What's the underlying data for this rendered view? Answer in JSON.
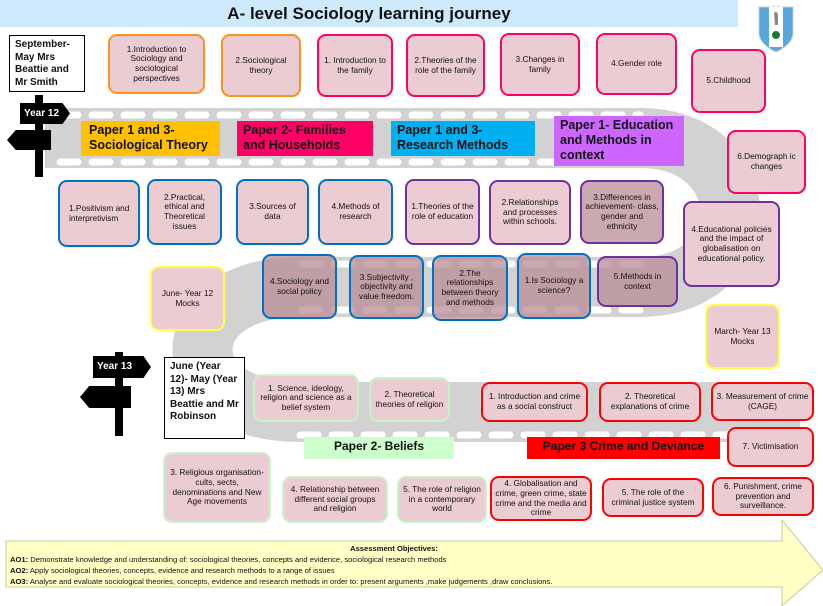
{
  "title": "A- level Sociology learning journey",
  "year12": {
    "sign": "Year 12",
    "note": "September- May Mrs Beattie and Mr Smith",
    "papers": [
      {
        "label": "Paper 1 and 3- Sociological Theory",
        "color": "#ffc000"
      },
      {
        "label": "Paper 2- Families and Households",
        "color": "#ff0066"
      },
      {
        "label": "Paper 1 and 3- Research Methods",
        "color": "#00b0f0"
      },
      {
        "label": "Paper 1- Education and Methods in context",
        "color": "#cc66ff"
      }
    ],
    "theory": [
      "1.Introduction to Sociology and sociological perspectives",
      "2.Sociological theory"
    ],
    "families": [
      "1. Introduction to the family",
      "2.Theories of the role of the family",
      "3.Changes in family",
      "4.Gender role",
      "5.Childhood",
      "6.Demograph ic changes"
    ],
    "methods": [
      "1.Positivism and interpretivism",
      "2.Practical, ethical and Theoretical issues",
      "3.Sources of data",
      "4.Methods of research"
    ],
    "education": [
      "1.Theories of the role of education",
      "2.Relationships and processes within schools.",
      "3.Differences in achievement- class, gender and ethnicity",
      "4.Educational policies and the impact of globalisation on educational policy.",
      "5.Methods in context"
    ],
    "methods_context": [
      "4.Sociology and social policy",
      "3.Subjectivity , objectivity and value freedom.",
      "2.The relationships between theory and methods",
      "1.Is Sociology a science?"
    ],
    "mocks": "June- Year 12 Mocks"
  },
  "year13": {
    "sign": "Year 13",
    "note": "June (Year 12)- May (Year 13) Mrs Beattie and Mr Robinson",
    "mocks": "March- Year 13 Mocks",
    "beliefs_label": "Paper 2- Beliefs",
    "beliefs": [
      "1. Science, ideology, religion and science as a belief system",
      "2. Theoretical theories of religion",
      "3. Religious organisation-cults, sects, denominations and New Age movements",
      "4. Relationship between different social groups and religion",
      "5. The role of religion in a contemporary world"
    ],
    "crime_label": "Paper 3 Crime and Deviance",
    "crime": [
      "1. Introduction and crime as a social construct",
      "2. Theoretical explanations of crime",
      "3. Measurement of crime (CAGE)",
      "4. Globalisation and crime, green crime, state crime and the media and crime",
      "5. The role of the criminal justice system",
      "6. Punishment, crime prevention and surveillance.",
      "7. Victimisation"
    ]
  },
  "assessment": {
    "heading": "Assessment Objectives:",
    "items": [
      {
        "code": "AO1:",
        "text": " Demonstrate knowledge and understanding of:  sociological theories, concepts and evidence, sociological research methods"
      },
      {
        "code": "AO2:",
        "text": " Apply sociological theories, concepts, evidence and research methods to a range of issues"
      },
      {
        "code": "AO3:",
        "text": " Analyse and evaluate sociological theories, concepts, evidence and research methods in order to:  present arguments ,make judgements ,draw conclusions."
      }
    ]
  }
}
